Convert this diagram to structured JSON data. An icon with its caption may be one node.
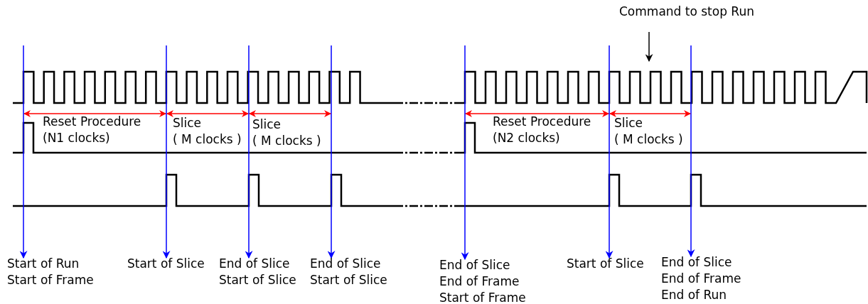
{
  "diagram": {
    "nodes": [
      {
        "text": [
          "Start of Run",
          "Start of Frame"
        ]
      },
      {
        "text": [
          "Start of Slice"
        ]
      },
      {
        "text": [
          "End of Slice",
          "Start of Slice"
        ]
      },
      {
        "text": [
          "End of Slice",
          "Start of Slice"
        ]
      },
      {
        "text": [
          "End of Slice",
          "End of Frame",
          "Start of Frame"
        ]
      },
      {
        "text": [
          "Start of Slice"
        ]
      },
      {
        "text": [
          "End of Slice",
          "End of Frame",
          "End of Run"
        ]
      },
      {
        "text": [
          "Command to stop Run"
        ]
      }
    ],
    "edges": [
      {
        "from": null,
        "to": 0,
        "arrow": "to"
      },
      {
        "from": null,
        "to": 1,
        "arrow": "to"
      },
      {
        "from": null,
        "to": 2,
        "arrow": "to"
      },
      {
        "from": null,
        "to": 3,
        "arrow": "to"
      },
      {
        "from": null,
        "to": 4,
        "arrow": "to"
      },
      {
        "from": null,
        "to": 5,
        "arrow": "to"
      },
      {
        "from": null,
        "to": 6,
        "arrow": "to"
      },
      {
        "from": 7,
        "to": null,
        "arrow": "to",
        "color": "#000000"
      }
    ],
    "labels": [
      "Reset Procedure (N1 clocks)",
      "Slice ( M clocks )",
      "Slice ( M clocks )",
      "Reset Procedure (N2 clocks)",
      "Slice ( M clocks )"
    ]
  }
}
